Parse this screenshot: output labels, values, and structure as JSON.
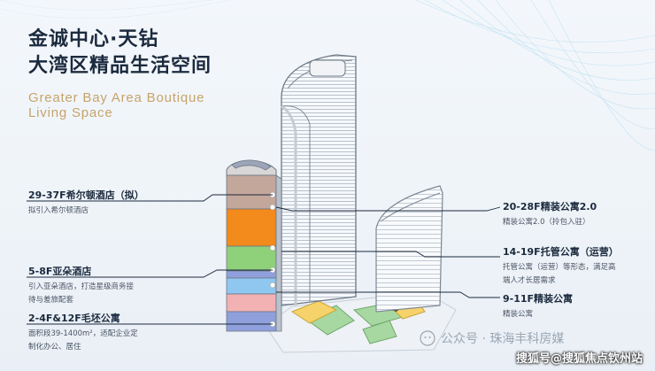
{
  "title": {
    "line1": "金诚中心·天钻",
    "line2": "大湾区精品生活空间",
    "en_line1": "Greater Bay Area Boutique",
    "en_line2": "Living Space"
  },
  "labels": [
    {
      "id": "hilton",
      "title": "29-37F希尔顿酒店（拟）",
      "desc": [
        "拟引入希尔顿酒店"
      ]
    },
    {
      "id": "atour",
      "title": "5-8F亚朵酒店",
      "desc": [
        "引入亚朵酒店，打造星级商务接",
        "待与差旅配套"
      ]
    },
    {
      "id": "rough",
      "title": "2-4F&12F毛坯公寓",
      "desc": [
        "面积段39-1400m²，适配企业定",
        "制化办公、居住"
      ]
    },
    {
      "id": "apt20",
      "title": "20-28F精装公寓2.0",
      "desc": [
        "精装公寓2.0（拎包入驻）"
      ]
    },
    {
      "id": "managed",
      "title": "14-19F托管公寓（运营）",
      "desc": [
        "托管公寓（运营）等形态，满足高",
        "端人才长居需求"
      ]
    },
    {
      "id": "apt9",
      "title": "9-11F精装公寓",
      "desc": [
        "精装公寓"
      ]
    }
  ],
  "watermark": "公众号 · 珠海丰科房媒",
  "footer": "搜狐号@搜狐焦点钦州站",
  "colors": {
    "hotel_band": "#c4a79b",
    "orange_band": "#f28a1c",
    "green_band": "#8fd07a",
    "blue_band": "#8fc7f0",
    "pink_band": "#f2b1b3",
    "purple_band": "#8fa0dd",
    "podium_green": "#a8d8a2"
  }
}
